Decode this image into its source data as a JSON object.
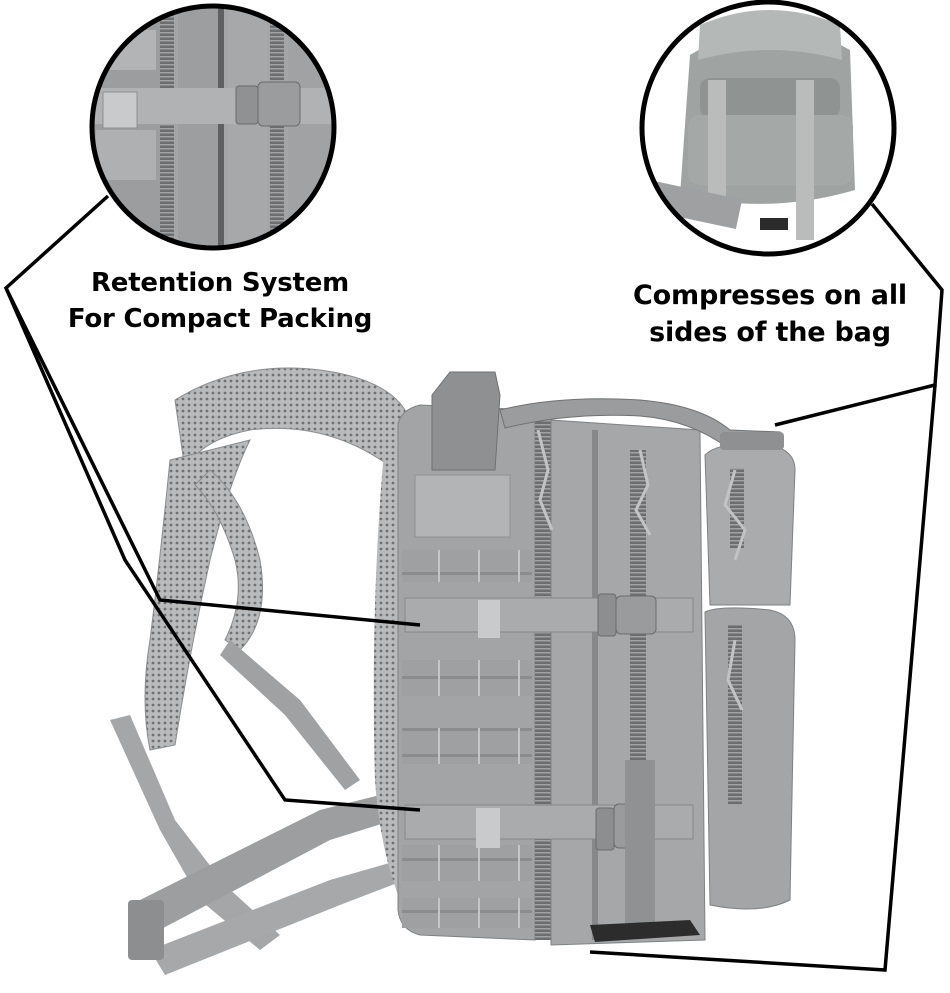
{
  "infographic": {
    "subject": "Tactical backpack (grey), side view",
    "callouts": [
      {
        "id": "retention",
        "lines": [
          "Retention System",
          "For Compact Packing"
        ],
        "detail_image": "close-up of side compression strap with buckle over zippers"
      },
      {
        "id": "compression",
        "lines": [
          "Compresses on all",
          "sides of the bag"
        ],
        "detail_image": "top view of backpack with compression straps"
      }
    ],
    "colors": {
      "background": "#ffffff",
      "bag_fabric": "#9a9c9e",
      "bag_shadow": "#7d7f81",
      "strap": "#a9abad",
      "mesh": "#b4b6b8",
      "outline": "#000000",
      "text": "#000000"
    }
  }
}
